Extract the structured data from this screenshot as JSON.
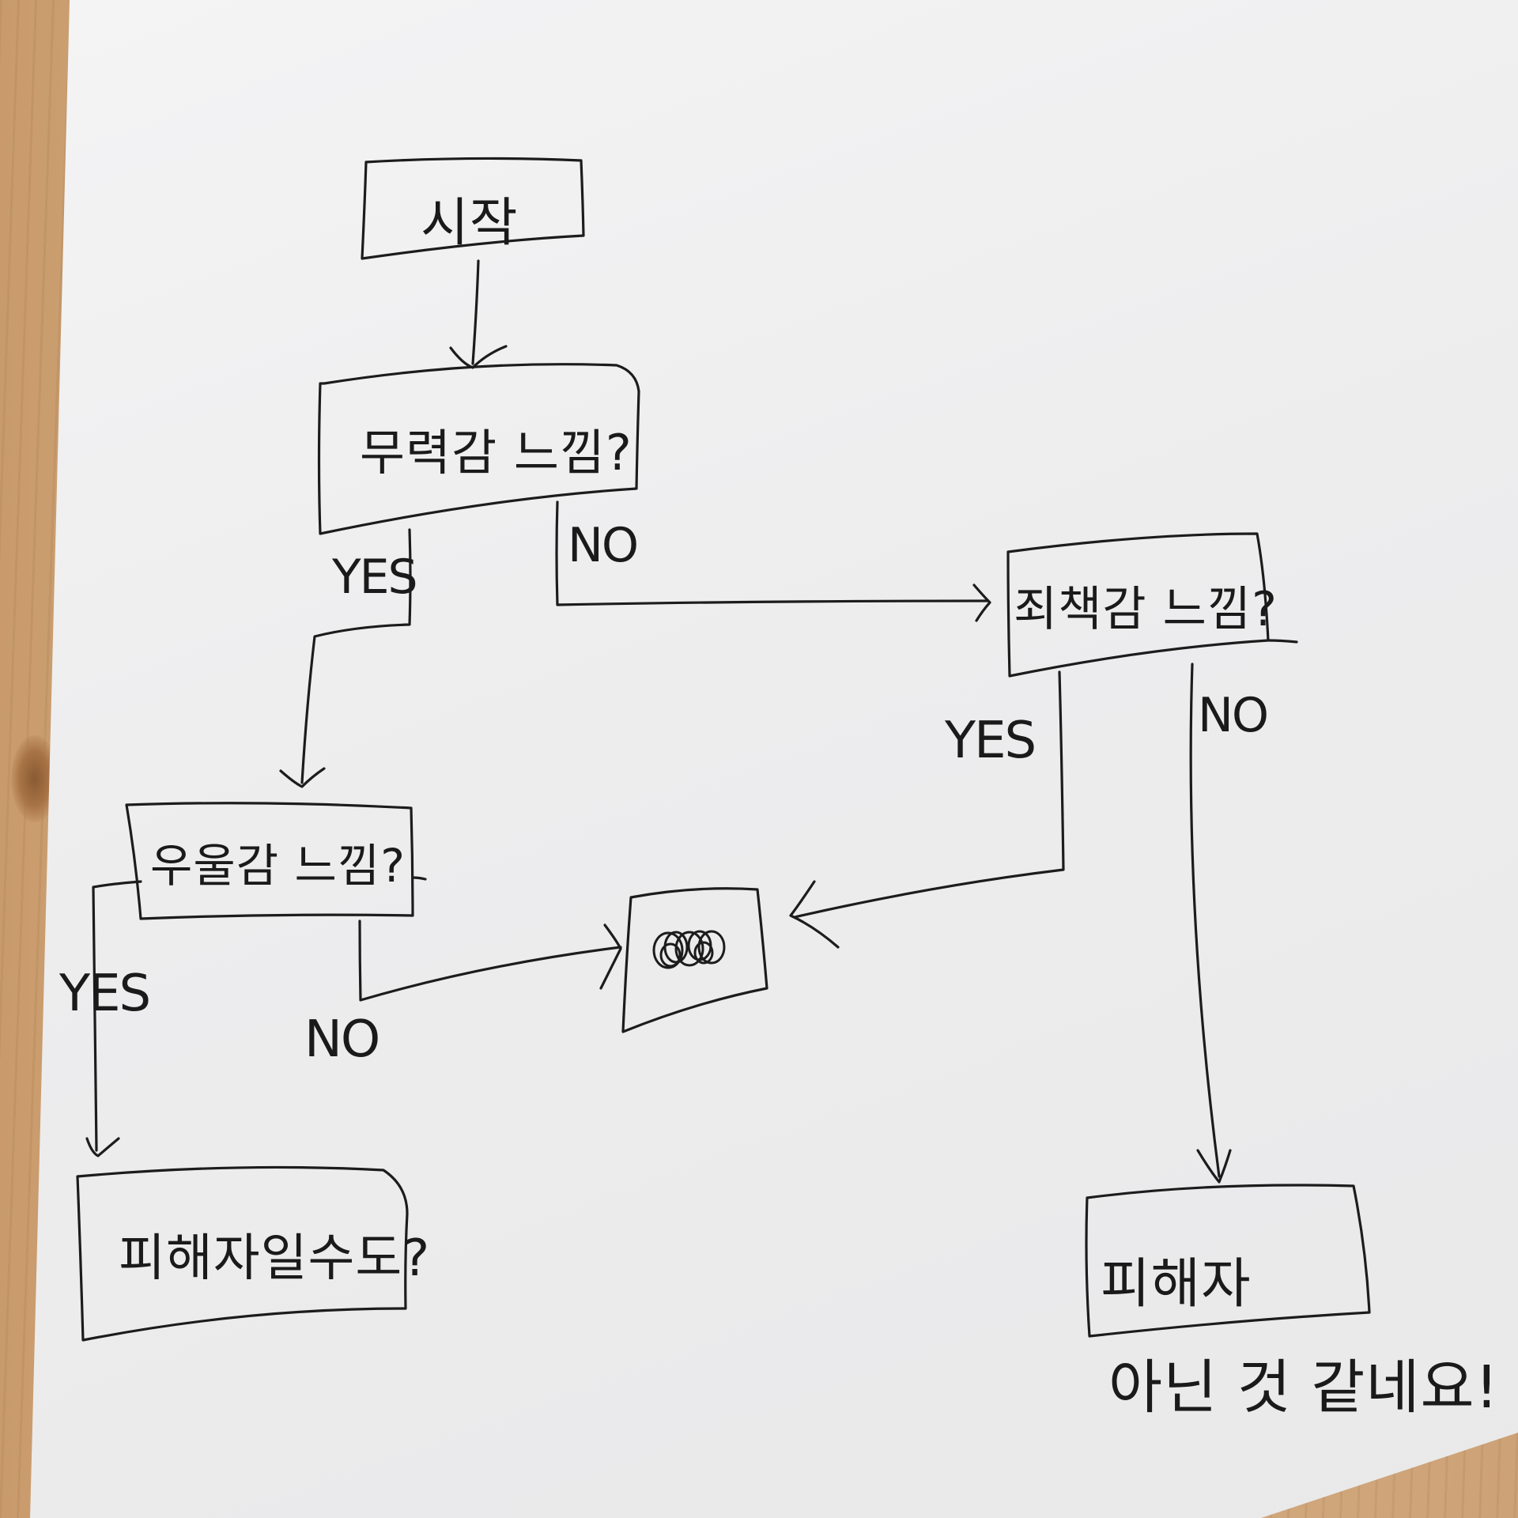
{
  "flowchart": {
    "nodes": {
      "start": "시작",
      "helpless": "무력감 느낌?",
      "guilt": "죄책감 느낌?",
      "depression": "우울감 느낌?",
      "maybe_victim": "피해자일수도?",
      "not_victim_line1": "피해자",
      "not_victim_line2": "아닌 것 같네요!"
    },
    "edges": {
      "helpless_yes": "YES",
      "helpless_no": "NO",
      "guilt_yes": "YES",
      "guilt_no": "NO",
      "depression_yes": "YES",
      "depression_no": "NO"
    },
    "ink_color": "#1c1c1c"
  }
}
